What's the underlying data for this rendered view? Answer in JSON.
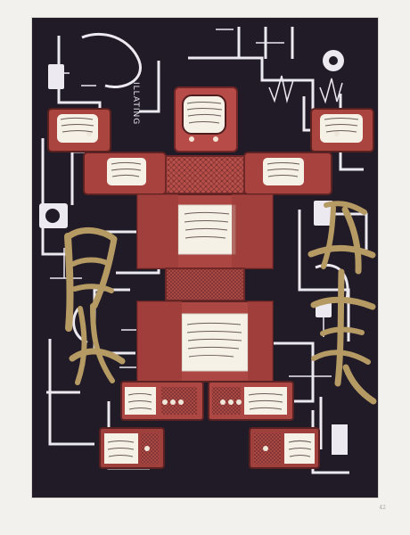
{
  "artwork": {
    "label": "ILLATING",
    "page_number": "42",
    "colors": {
      "background": "#f3f1ee",
      "canvas": "#211b28",
      "line": "#ece9f1",
      "tv_red": "#b94a46",
      "tv_dark": "#7c2b2b",
      "screen": "#f6f1e7",
      "gold": "#b79a63"
    },
    "icons": [
      "tv-set",
      "robot-figure",
      "mechanical-line-drawing",
      "calligraphy"
    ]
  }
}
